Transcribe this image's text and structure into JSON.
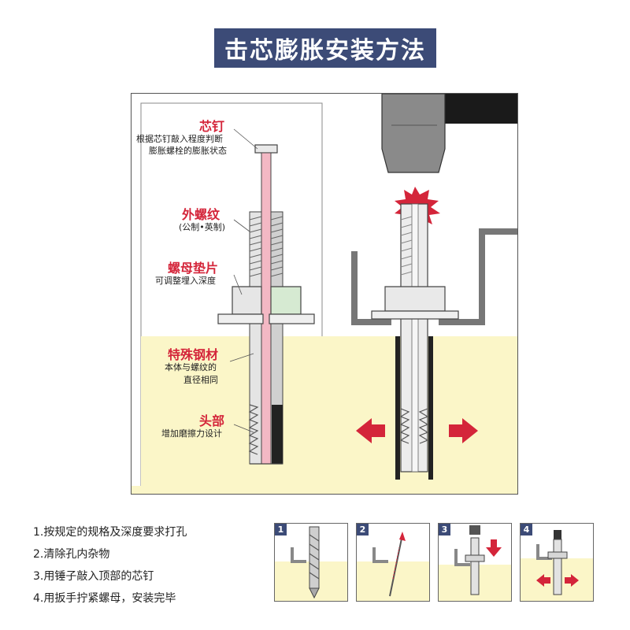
{
  "title": "击芯膨胀安装方法",
  "labels": {
    "core_pin": {
      "title": "芯钉",
      "desc1": "根据芯钉敲入程度判断",
      "desc2": "膨胀螺栓的膨胀状态"
    },
    "thread": {
      "title": "外螺纹",
      "desc1": "(公制•英制)"
    },
    "nut": {
      "title": "螺母垫片",
      "desc1": "可调整埋入深度"
    },
    "steel": {
      "title": "特殊钢材",
      "desc1": "本体与螺纹的",
      "desc2": "直径相同"
    },
    "head": {
      "title": "头部",
      "desc1": "增加磨擦力设计"
    }
  },
  "steps": [
    "1.按规定的规格及深度要求打孔",
    "2.清除孔内杂物",
    "3.用锤子敲入顶部的芯钉",
    "4.用扳手拧紧螺母，安装完毕"
  ],
  "thumbs": [
    {
      "num": "1",
      "icon": "drill-bit-icon"
    },
    {
      "num": "2",
      "icon": "blower-tube-icon"
    },
    {
      "num": "3",
      "icon": "hammer-anchor-icon"
    },
    {
      "num": "4",
      "icon": "expanded-anchor-icon"
    }
  ],
  "colors": {
    "title_bg": "#3c4b77",
    "label_red": "#d4253a",
    "concrete": "#fbf6c8",
    "pin_pink": "#f3b8c4",
    "nut_green": "#d6ead2",
    "arrow_red": "#d4253a"
  }
}
